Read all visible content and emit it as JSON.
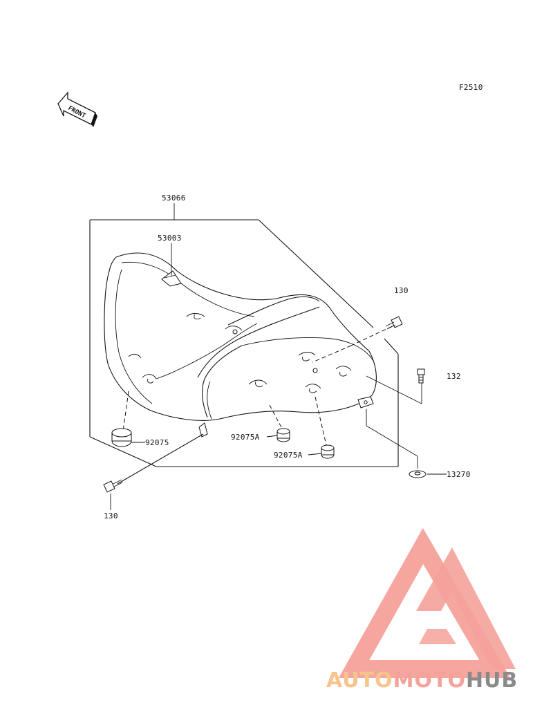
{
  "figure_code": "F2510",
  "front_label": "FRONT",
  "parts": {
    "seat_assembly": "53066",
    "emblem": "53003",
    "bolt_top": "130",
    "bolt_bottom": "130",
    "bolt_right": "132",
    "damper_left": "92075",
    "damper_mid": "92075A",
    "damper_lower": "92075A",
    "collar": "13270"
  },
  "watermark": {
    "part1": "AUTO",
    "part2": "MOTO",
    "part3": "HUB",
    "color_primary": "#f4a29a",
    "color_secondary": "#f7c48c",
    "color_dark": "#8a8a8a"
  }
}
